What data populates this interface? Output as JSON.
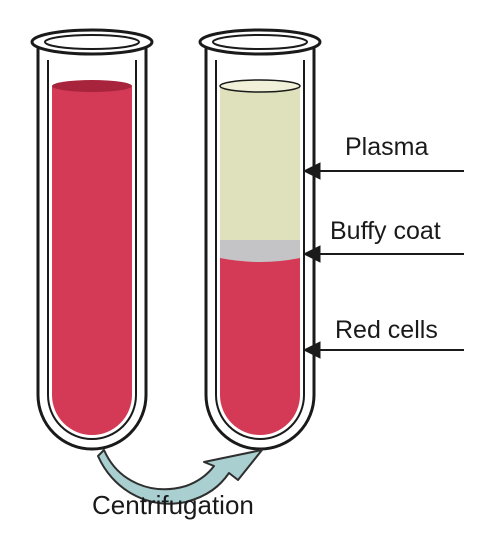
{
  "labels": {
    "plasma": "Plasma",
    "buffy_coat": "Buffy coat",
    "red_cells": "Red cells",
    "centrifugation": "Centrifugation"
  },
  "colors": {
    "blood": "#d43a55",
    "blood_surface": "#a8243c",
    "plasma": "#dfe1bd",
    "plasma_surface": "#f0f1d8",
    "buffy_coat": "#c4c4c6",
    "tube_outline": "#1a1a1a",
    "arrow_fill": "#a9cfd0",
    "arrow_outline": "#2f2f2f"
  },
  "icons": {
    "left_tube": "test-tube-icon",
    "right_tube": "test-tube-icon",
    "process_arrow": "curved-arrow-icon"
  }
}
